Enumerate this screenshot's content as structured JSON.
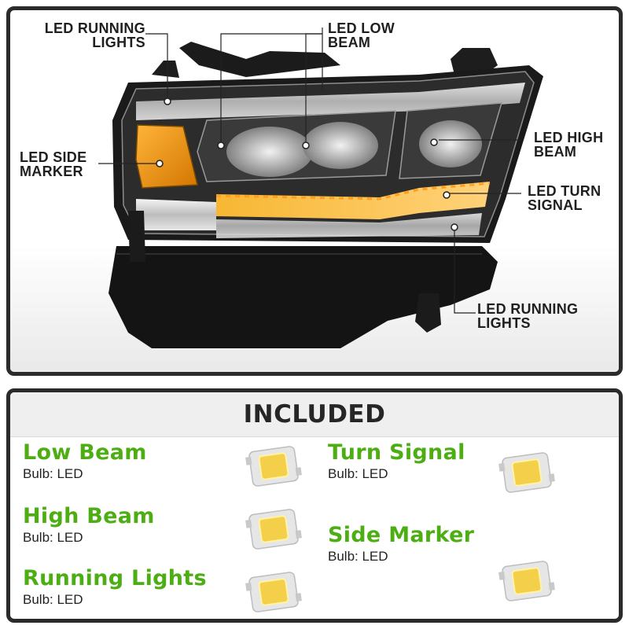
{
  "callouts": {
    "running_lights_top": "LED RUNNING\nLIGHTS",
    "low_beam": "LED LOW\nBEAM",
    "side_marker": "LED SIDE\nMARKER",
    "high_beam": "LED HIGH\nBEAM",
    "turn_signal": "LED TURN\nSIGNAL",
    "running_lights_bottom": "LED RUNNING\nLIGHTS"
  },
  "included": {
    "heading": "INCLUDED",
    "items": [
      {
        "name": "Low Beam",
        "bulb": "Bulb: LED"
      },
      {
        "name": "High Beam",
        "bulb": "Bulb: LED"
      },
      {
        "name": "Running Lights",
        "bulb": "Bulb: LED"
      },
      {
        "name": "Turn Signal",
        "bulb": "Bulb: LED"
      },
      {
        "name": "Side Marker",
        "bulb": "Bulb: LED"
      }
    ]
  },
  "colors": {
    "feature_green": "#4cae12",
    "amber": "#f5a623",
    "frame": "#2b2b2b"
  }
}
